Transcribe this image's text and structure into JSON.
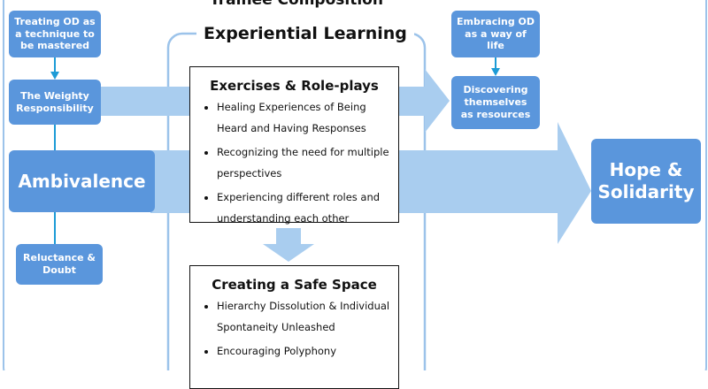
{
  "diagram": {
    "top_title_partial": "Trainee Composition",
    "panel_title": "Experiential Learning",
    "nodes": {
      "treating_od": "Treating OD as a technique to be mastered",
      "weighty": "The Weighty Responsibility",
      "ambivalence": "Ambivalence",
      "reluctance": "Reluctance & Doubt",
      "embracing": "Embracing OD as a way of life",
      "discovering": "Discovering themselves as resources",
      "hope": "Hope & Solidarity"
    },
    "exercises": {
      "heading": "Exercises & Role-plays",
      "items": [
        "Healing Experiences of Being Heard and Having Responses",
        "Recognizing the need for multiple perspectives",
        "Experiencing different roles and understanding each other"
      ]
    },
    "safe_space": {
      "heading": "Creating a Safe Space",
      "items": [
        "Hierarchy Dissolution & Individual Spontaneity Unleashed",
        "Encouraging Polyphony"
      ]
    },
    "colors": {
      "node_fill": "#5a96dc",
      "arrow_fill": "#a9cdef",
      "outline": "#9cc3ea",
      "connector": "#1d9bd6"
    }
  }
}
